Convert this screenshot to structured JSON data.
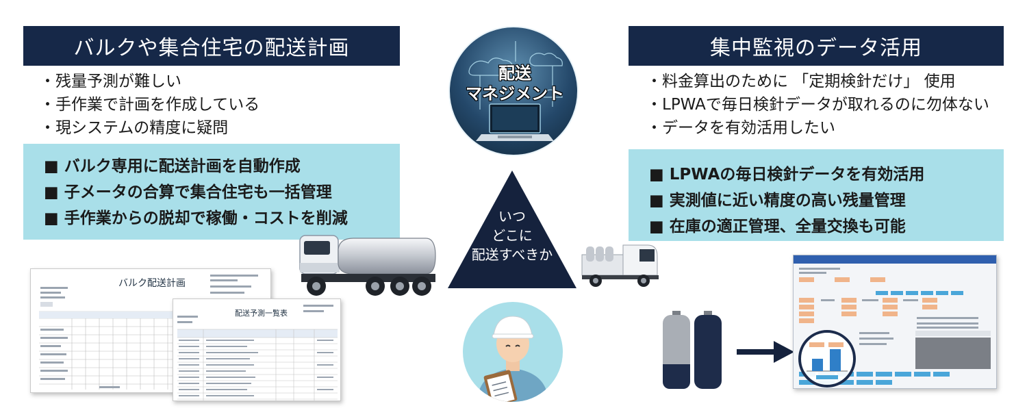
{
  "left": {
    "banner": "バルクや集合住宅の配送計画",
    "issues": [
      "・残量予測が難しい",
      "・手作業で計画を作成している",
      "・現システムの精度に疑問"
    ],
    "solutions": [
      "■ バルク専用に配送計画を自動作成",
      "■ 子メータの合算で集合住宅も一括管理",
      "■ 手作業からの脱却で稼働・コストを削減"
    ],
    "doc_plan_title": "バルク配送計画",
    "doc_list_title": "配送予測一覧表"
  },
  "center": {
    "circle_title": [
      "配送",
      "マネジメント"
    ],
    "triangle_text": [
      "いつ",
      "どこに",
      "配送すべきか"
    ]
  },
  "right": {
    "banner": "集中監視のデータ活用",
    "issues": [
      "・料金算出のために 「定期検針だけ」 使用",
      "・LPWAで毎日検針データが取れるのに勿体ない",
      "・データを有効活用したい"
    ],
    "solutions": [
      "■ LPWAの毎日検針データを有効活用",
      "■ 実測値に近い精度の高い残量管理",
      "■ 在庫の適正管理、全量交換も可能"
    ]
  },
  "colors": {
    "banner": "#162848",
    "solution_box": "#a9dfe9",
    "triangle": "#15223d",
    "arrow": "#15223d"
  },
  "icons": {
    "circle": "laptop-cloud-icon",
    "worker": "worker-clipboard-icon",
    "tanker": "tanker-truck-icon",
    "small_truck": "cylinder-truck-icon",
    "cylinder": "gas-cylinder-icon"
  }
}
